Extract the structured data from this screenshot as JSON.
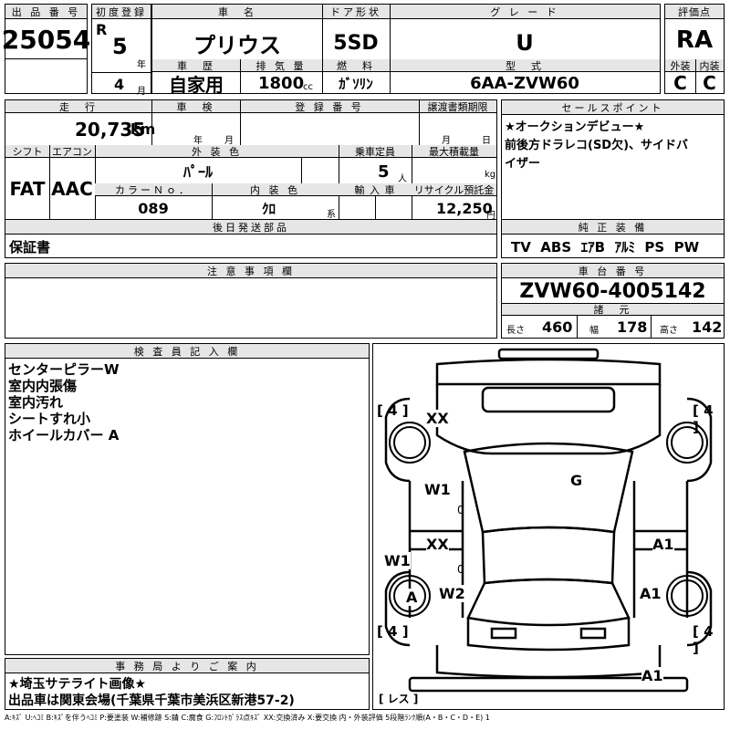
{
  "header": {
    "lot_no_label": "出 品 番 号",
    "lot_no": "25054",
    "first_reg_label": "初度登録",
    "era": "R",
    "year_value": "5",
    "year_unit": "年",
    "month_value": "4",
    "month_unit": "月",
    "car_name_label": "車　名",
    "car_name": "プリウス",
    "door_label": "ドア形状",
    "door": "5SD",
    "grade_label": "グ レ ー ド",
    "grade": "U",
    "score_label": "評価点",
    "score": "RA",
    "history_label": "車　歴",
    "history": "自家用",
    "displacement_label": "排 気 量",
    "displacement": "1800",
    "displacement_unit": "cc",
    "fuel_label": "燃　料",
    "fuel": "ｶﾞｿﾘﾝ",
    "model_label": "型　式",
    "model": "6AA-ZVW60",
    "ext_label": "外装",
    "ext_grade": "C",
    "int_label": "内装",
    "int_grade": "C"
  },
  "row2": {
    "mileage_label": "走　行",
    "mileage": "20,735",
    "mileage_unit": "km",
    "inspection_label": "車　検",
    "insp_year_unit": "年",
    "insp_month_unit": "月",
    "reg_no_label": "登 録 番 号",
    "transfer_label": "譲渡書類期限",
    "transfer_month": "月",
    "transfer_day": "日",
    "shift_label": "シフト",
    "shift": "FAT",
    "ac_label": "エアコン",
    "ac": "AAC",
    "ext_color_label": "外 装 色",
    "ext_color": "ﾊﾟｰﾙ",
    "capacity_label": "乗車定員",
    "capacity": "5",
    "capacity_unit": "人",
    "max_load_label": "最大積載量",
    "max_load_unit": "kg",
    "color_no_label": "カラーＮｏ．",
    "color_no": "089",
    "int_color_label": "内 装 色",
    "int_color": "ｸﾛ",
    "int_color_unit": "系",
    "import_label": "輸 入 車",
    "recycle_label": "リサイクル預託金",
    "recycle": "12,250",
    "recycle_unit": "円"
  },
  "sales_point": {
    "label": "セールスポイント",
    "lines": [
      "★オークションデビュー★",
      "前後方ドラレコ(SD欠)、サイドバ",
      "イザー"
    ]
  },
  "later_parts": {
    "label": "後日発送部品",
    "value": "保証書"
  },
  "equipment": {
    "label": "純 正 装 備",
    "value": "TV  ABS  ｴｱB  ｱﾙﾐ  PS  PW"
  },
  "notes": {
    "label": "注 意 事 項 欄",
    "value": ""
  },
  "chassis": {
    "label": "車 台 番 号",
    "value": "ZVW60-4005142",
    "dims_label": "諸　元",
    "length_label": "長さ",
    "length": "460",
    "width_label": "幅",
    "width": "178",
    "height_label": "高さ",
    "height": "142"
  },
  "inspector": {
    "label": "検 査 員 記 入 欄",
    "lines": [
      "センターピラーW",
      "室内内張傷",
      "室内汚れ",
      "シートすれ小",
      "ホイールカバー A"
    ]
  },
  "office": {
    "label": "事 務 局 よ り ご 案 内",
    "lines": [
      "★埼玉サテライト画像★",
      "出品車は関東会場(千葉県千葉市美浜区新港57-2)"
    ]
  },
  "diagram": {
    "tire_fl": "4",
    "tire_fr": "4",
    "tire_rl": "4",
    "tire_rr": "4",
    "marks": {
      "xx_hood": "XX",
      "g_windshield": "G",
      "w1_front_door": "W1",
      "zero_a": "0",
      "zero_b": "0",
      "xx_left": "XX",
      "a1_right": "A1",
      "w1_pillar": "W1",
      "a_wheel": "A",
      "w2_rear": "W2",
      "a1_rear_right": "A1",
      "a1_bottom": "A1"
    },
    "spare": "レス"
  },
  "legend": "A:ｷｽﾞ  U:ﾍｺﾐ B:ｷｽﾞを伴うﾍｺﾐ P:要塗装 W:補修跡 S:錆 C:腐食 G:ﾌﾛﾝﾄｶﾞﾗｽ点ｷｽﾞ XX:交換済み X:要交換  内・外装評価  5段階ﾗﾝｸ順(A・B・C・D・E) 1"
}
